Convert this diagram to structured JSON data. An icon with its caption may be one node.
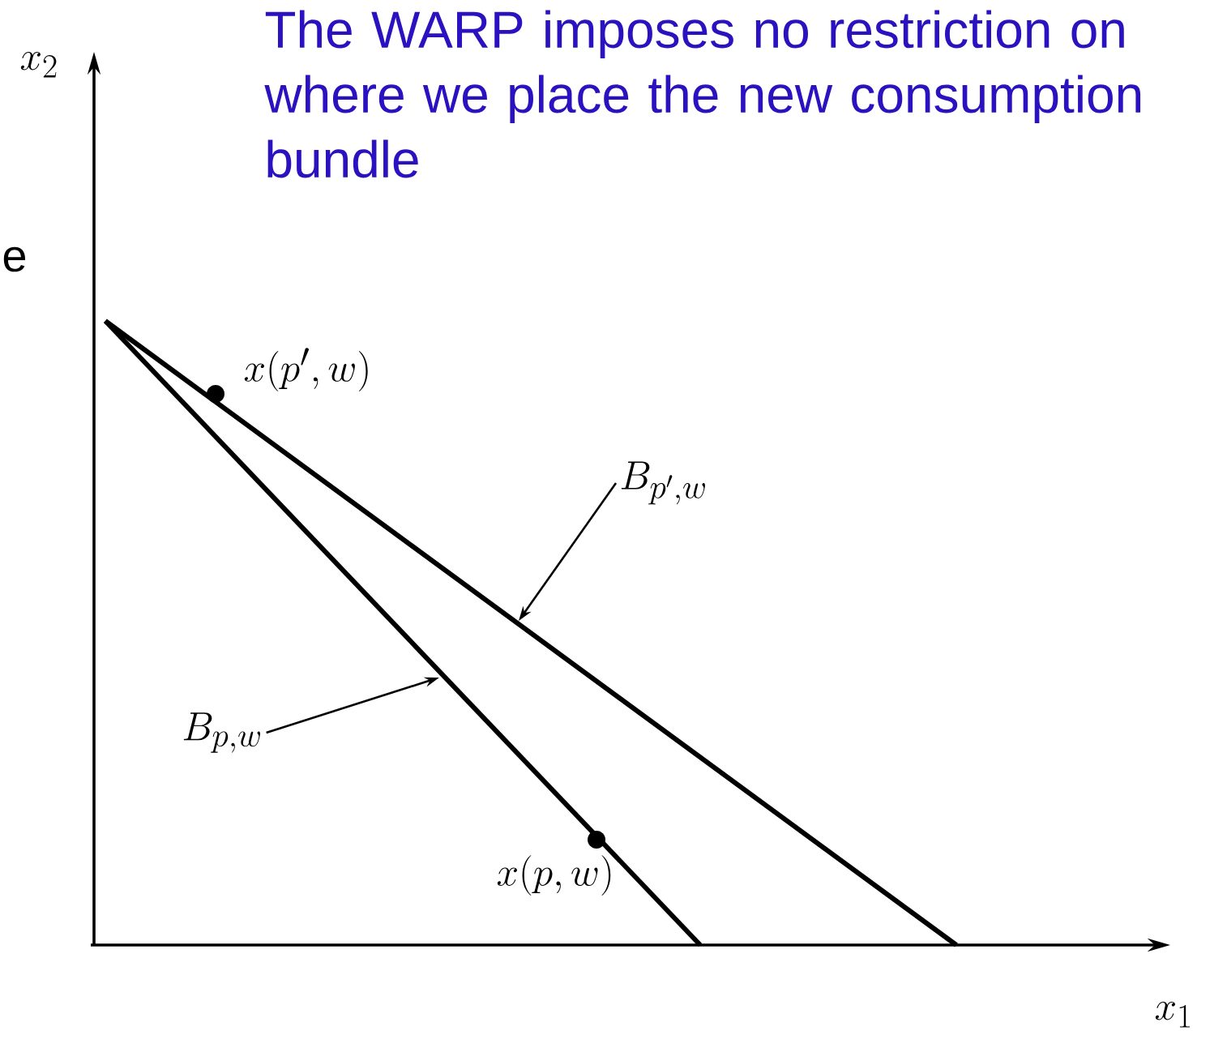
{
  "diagram": {
    "title": "The WARP imposes no restriction on where we place the new consumption bundle",
    "nodes": [
      {
        "text": [
          "B_{p', w}"
        ]
      },
      {
        "text": [
          "B_{p, w}"
        ]
      }
    ],
    "edges": [
      {
        "from": 0,
        "to": null,
        "arrow": "to"
      },
      {
        "from": 1,
        "to": null,
        "arrow": "to"
      }
    ],
    "labels": [
      "e",
      "x_{2}",
      "x(p', w)",
      "x(p, w)",
      "x_{1}"
    ]
  }
}
